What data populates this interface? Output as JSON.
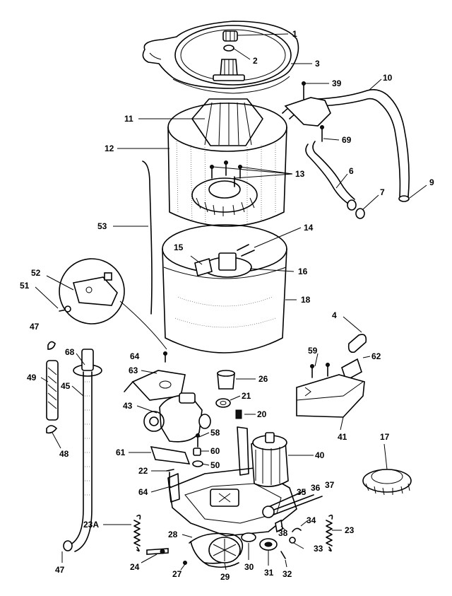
{
  "diagram": {
    "type": "exploded-parts-diagram",
    "callouts": [
      {
        "id": "c1",
        "label": "1"
      },
      {
        "id": "c2",
        "label": "2"
      },
      {
        "id": "c3",
        "label": "3"
      },
      {
        "id": "c39",
        "label": "39"
      },
      {
        "id": "c10",
        "label": "10"
      },
      {
        "id": "c11",
        "label": "11"
      },
      {
        "id": "c69",
        "label": "69"
      },
      {
        "id": "c12",
        "label": "12"
      },
      {
        "id": "c13",
        "label": "13"
      },
      {
        "id": "c6",
        "label": "6"
      },
      {
        "id": "c9",
        "label": "9"
      },
      {
        "id": "c7",
        "label": "7"
      },
      {
        "id": "c53",
        "label": "53"
      },
      {
        "id": "c14",
        "label": "14"
      },
      {
        "id": "c15",
        "label": "15"
      },
      {
        "id": "c16",
        "label": "16"
      },
      {
        "id": "c52",
        "label": "52"
      },
      {
        "id": "c51",
        "label": "51"
      },
      {
        "id": "c18",
        "label": "18"
      },
      {
        "id": "c47a",
        "label": "47"
      },
      {
        "id": "c4",
        "label": "4"
      },
      {
        "id": "c68",
        "label": "68"
      },
      {
        "id": "c64a",
        "label": "64"
      },
      {
        "id": "c59",
        "label": "59"
      },
      {
        "id": "c62",
        "label": "62"
      },
      {
        "id": "c49",
        "label": "49"
      },
      {
        "id": "c63",
        "label": "63"
      },
      {
        "id": "c26",
        "label": "26"
      },
      {
        "id": "c45",
        "label": "45"
      },
      {
        "id": "c21",
        "label": "21"
      },
      {
        "id": "c43",
        "label": "43"
      },
      {
        "id": "c20",
        "label": "20"
      },
      {
        "id": "c41",
        "label": "41"
      },
      {
        "id": "c17",
        "label": "17"
      },
      {
        "id": "c48",
        "label": "48"
      },
      {
        "id": "c58",
        "label": "58"
      },
      {
        "id": "c61",
        "label": "61"
      },
      {
        "id": "c60",
        "label": "60"
      },
      {
        "id": "c40",
        "label": "40"
      },
      {
        "id": "c50",
        "label": "50"
      },
      {
        "id": "c22",
        "label": "22"
      },
      {
        "id": "c64b",
        "label": "64"
      },
      {
        "id": "c35",
        "label": "35"
      },
      {
        "id": "c36",
        "label": "36"
      },
      {
        "id": "c37",
        "label": "37"
      },
      {
        "id": "c23A",
        "label": "23A"
      },
      {
        "id": "c34",
        "label": "34"
      },
      {
        "id": "c28",
        "label": "28"
      },
      {
        "id": "c38",
        "label": "38"
      },
      {
        "id": "c23",
        "label": "23"
      },
      {
        "id": "c33",
        "label": "33"
      },
      {
        "id": "c24",
        "label": "24"
      },
      {
        "id": "c30",
        "label": "30"
      },
      {
        "id": "c31",
        "label": "31"
      },
      {
        "id": "c32",
        "label": "32"
      },
      {
        "id": "c27",
        "label": "27"
      },
      {
        "id": "c29",
        "label": "29"
      },
      {
        "id": "c47b",
        "label": "47"
      }
    ]
  }
}
